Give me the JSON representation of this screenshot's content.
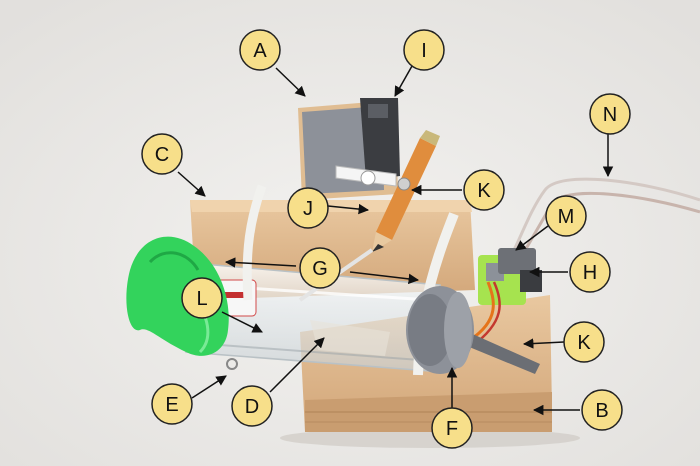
{
  "labels": {
    "A": "A",
    "B": "B",
    "C": "C",
    "D": "D",
    "E": "E",
    "F": "F",
    "G": "G",
    "H": "H",
    "I": "I",
    "J": "J",
    "K1": "K",
    "K2": "K",
    "L": "L",
    "M": "M",
    "N": "N"
  },
  "colors": {
    "background": "#eceae8",
    "callout_fill": "#f7df8a",
    "callout_stroke": "#222222",
    "wood": "#ddb78d",
    "green_cup": "#33d35c",
    "duct_tape": "#8d9199",
    "zip_tie": "#f1f1ee",
    "orange_wire": "#e5741a",
    "lime_board": "#a6e34f"
  }
}
